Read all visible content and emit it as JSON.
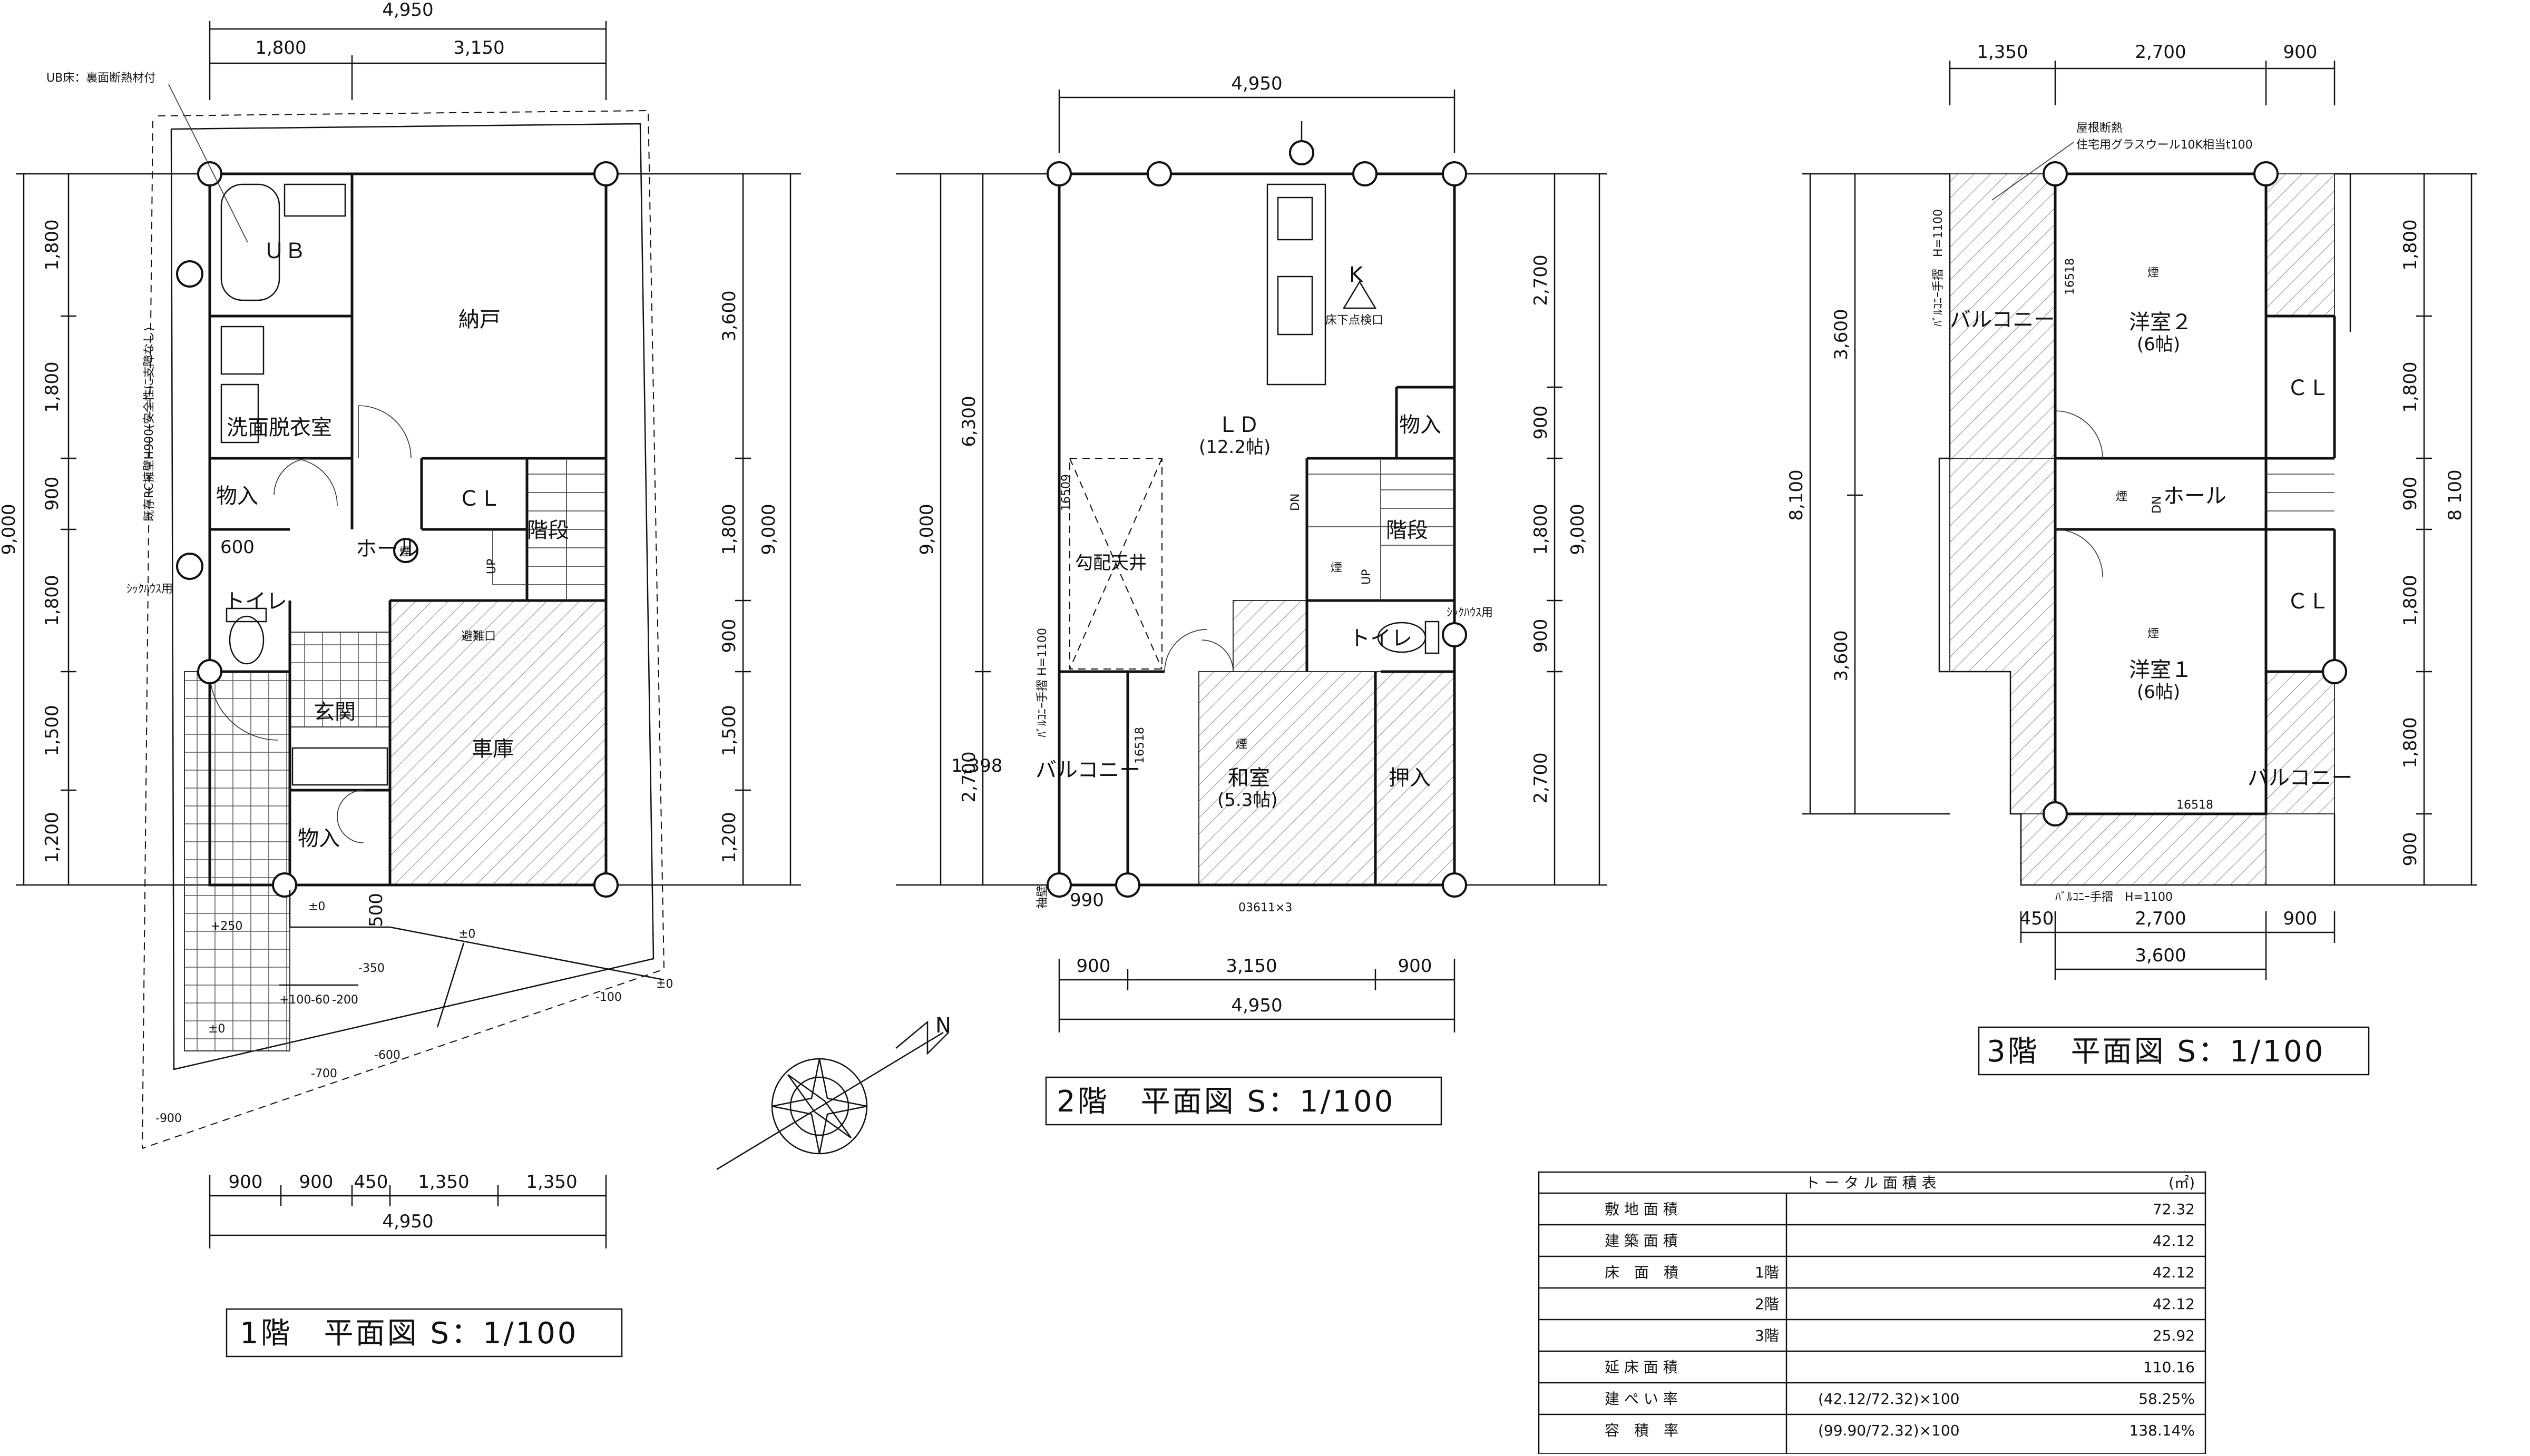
{
  "plan1": {
    "title": "1階　平面図 S：1/100",
    "top_total": "4,950",
    "top_dims": [
      "1,800",
      "3,150"
    ],
    "bottom_dims": [
      "900",
      "900",
      "450",
      "1,350",
      "1,350"
    ],
    "bottom_total": "4,950",
    "left_total": "9,000",
    "left_dims": [
      "1,800",
      "1,800",
      "900",
      "1,800",
      "1,500",
      "1,200"
    ],
    "right_total": "9,000",
    "right_dims": [
      "3,600",
      "1,800",
      "900",
      "1,500",
      "1,200"
    ],
    "rooms": {
      "ub": "ＵＢ",
      "storage": "納戸",
      "washroom": "洗面脱衣室",
      "closet1": "物入",
      "cl": "ＣＬ",
      "stairs": "階段",
      "hall": "ホール",
      "toilet": "トイレ",
      "entrance": "玄関",
      "garage": "車庫",
      "closet2": "物入",
      "hall_width": "600",
      "up": "UP",
      "smoke": "煙"
    },
    "notes": {
      "ub_floor": "UB床：裏面断熱材付",
      "rc_wall": "既存RC擁壁H900(安全性に支障なし)",
      "sick_house": "ｼｯｸﾊｳｽ用",
      "escape": "避難口"
    },
    "levels": [
      "±0",
      "±0",
      "+250",
      "±0",
      "-100",
      "-600",
      "-700",
      "-900",
      "±0",
      "-350",
      "+100",
      "-60",
      "-200",
      "500"
    ]
  },
  "plan2": {
    "title": "2階　平面図 S：1/100",
    "top_total": "4,950",
    "bottom_dims": [
      "900",
      "3,150",
      "900"
    ],
    "bottom_total": "4,950",
    "left_total": "9,000",
    "left_dims": [
      "6,300",
      "2,700"
    ],
    "left_extra": "1,398",
    "right_total": "9,000",
    "right_dims": [
      "2,700",
      "900",
      "1,800",
      "900",
      "2,700"
    ],
    "rooms": {
      "kitchen": "K",
      "floor_hatch": "床下点検口",
      "ld": "ＬＤ",
      "ld_size": "(12.2帖)",
      "closet": "物入",
      "dn": "DN",
      "stairs": "階段",
      "up": "UP",
      "toilet": "トイレ",
      "sloped_ceiling": "勾配天井",
      "balcony": "バルコニー",
      "japanese": "和室",
      "japanese_size": "(5.3帖)",
      "oshiire": "押入",
      "smoke": "煙"
    },
    "notes": {
      "rail": "ﾊﾞﾙｺﾆｰ手摺 H=1100",
      "sick_house": "ｼｯｸﾊｳｽ用",
      "window1": "16509",
      "window2": "16518",
      "window3": "03611×3",
      "side_wall": "袖壁",
      "balcony_width": "990"
    }
  },
  "plan3": {
    "title": "3階　平面図 S：1/100",
    "top_dims": [
      "1,350",
      "2,700",
      "900"
    ],
    "bottom_dims": [
      "450",
      "2,700",
      "900"
    ],
    "bottom_total": "3,600",
    "left_total": "8,100",
    "left_dims": [
      "3,600",
      "3,600"
    ],
    "right_total": "8 100",
    "right_dims": [
      "1,800",
      "1,800",
      "900",
      "1,800",
      "1,800",
      "900"
    ],
    "rooms": {
      "western2": "洋室２",
      "western2_size": "(6帖)",
      "cl1": "ＣＬ",
      "balcony1": "バルコニー",
      "hall": "ホール",
      "dn": "DN",
      "cl2": "ＣＬ",
      "western1": "洋室１",
      "western1_size": "(6帖)",
      "balcony2": "バルコニー",
      "smoke": "煙"
    },
    "notes": {
      "roof_insulation": "屋根断熱",
      "glass_wool": "住宅用グラスウール10K相当t100",
      "rail_v": "ﾊﾞﾙｺﾆｰ手摺　H=1100",
      "rail_h": "ﾊﾞﾙｺﾆｰ手摺　H=1100",
      "window1": "16518",
      "window2": "16518"
    }
  },
  "compass": {
    "north": "N"
  },
  "area_table": {
    "title": "ト ー タ ル 面 積 表",
    "unit": "(㎡)",
    "rows": [
      {
        "label": "敷 地 面 積",
        "sub": "",
        "formula": "",
        "value": "72.32"
      },
      {
        "label": "建 築 面 積",
        "sub": "",
        "formula": "",
        "value": "42.12"
      },
      {
        "label": "床　面　積",
        "sub": "1階",
        "formula": "",
        "value": "42.12"
      },
      {
        "label": "",
        "sub": "2階",
        "formula": "",
        "value": "42.12"
      },
      {
        "label": "",
        "sub": "3階",
        "formula": "",
        "value": "25.92"
      },
      {
        "label": "延 床 面 積",
        "sub": "",
        "formula": "",
        "value": "110.16"
      },
      {
        "label": "建 ぺ い 率",
        "sub": "",
        "formula": "(42.12/72.32)×100",
        "value": "58.25%"
      },
      {
        "label": "容　積　率",
        "sub": "",
        "formula": "(99.90/72.32)×100",
        "value": "138.14%"
      }
    ]
  }
}
